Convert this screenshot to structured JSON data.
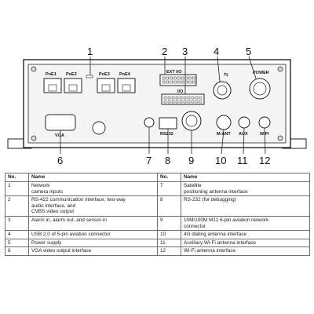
{
  "diagram": {
    "callouts": [
      "1",
      "2",
      "3",
      "4",
      "5",
      "6",
      "7",
      "8",
      "9",
      "10",
      "11",
      "12"
    ],
    "port_labels": {
      "poe1": "PoE1",
      "poe2": "PoE2",
      "poe3": "PoE3",
      "poe4": "PoE4",
      "ext_i": "EXT I/O",
      "io": "I/O",
      "power": "POWER",
      "vga": "VGA",
      "rs232": "RS232",
      "m_ant": "M-ANT",
      "aux": "AUX",
      "wifi": "WIFI"
    },
    "colors": {
      "panel_fill": "#f4f4f4",
      "outline": "#222222",
      "screw_fill": "#d9d9d9"
    }
  },
  "table": {
    "headers": [
      "No.",
      "Name",
      "No.",
      "Name"
    ],
    "rows": [
      [
        "1",
        "Network\ncamera inputs",
        "7",
        "Satellite\npositioning antenna interface"
      ],
      [
        "2",
        "RS-422 communication interface, two-way\naudio interface, and\nCVBS video output",
        "8",
        "RS-232 (for debugging)"
      ],
      [
        "3",
        "Alarm in, alarm out, and sensor-in",
        "9",
        "10M/100M M12 6-pin aviation network\nconnector"
      ],
      [
        "4",
        "USB 2.0 of 5-pin aviation connector",
        "10",
        "4G dialing antenna interface"
      ],
      [
        "5",
        "Power supply",
        "11",
        "Auxiliary Wi-Fi antenna interface"
      ],
      [
        "6",
        "VGA video output interface",
        "12",
        "Wi-Fi antenna interface"
      ]
    ]
  }
}
